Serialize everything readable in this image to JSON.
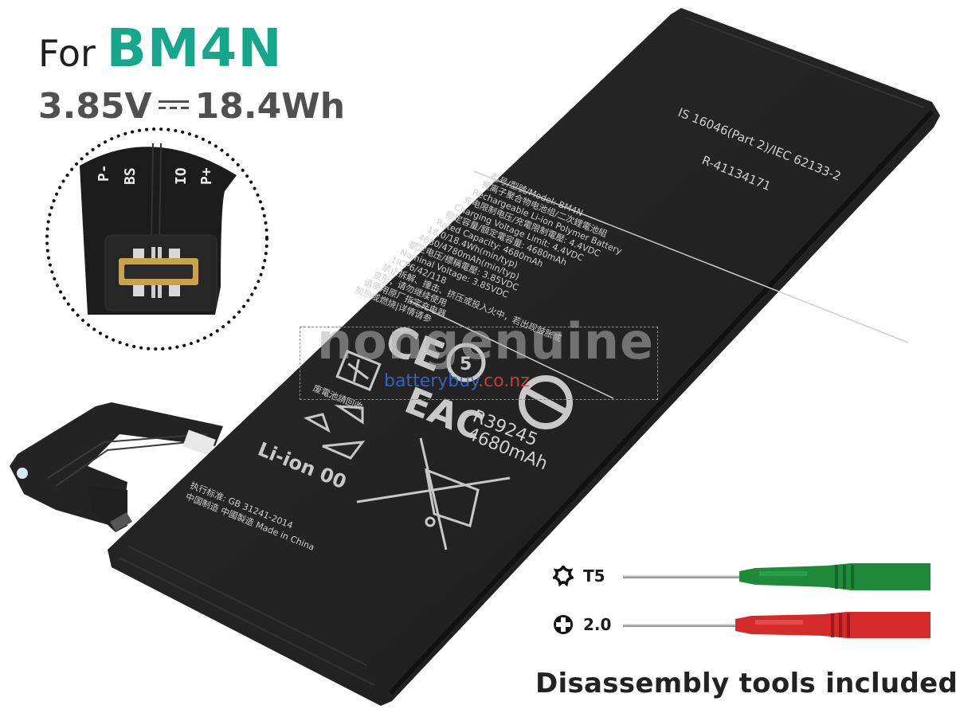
{
  "header": {
    "prefix": "For",
    "model": "BM4N",
    "voltage": "3.85V",
    "energy": "18.4Wh",
    "accent_color": "#16a68a"
  },
  "connector_detail": {
    "pin_labels": [
      "P-",
      "BS",
      "IO",
      "P+"
    ]
  },
  "battery_label": {
    "certification_line": "IS 16046(Part 2)/IEC 62133-2",
    "registration": "R-41134171",
    "lines": [
      "型号/型號/Model: BM4N",
      "锂离子聚合物电池组/二次鋰電池組",
      "Rechargeable Li-ion Polymer Battery",
      "充电限制电压/充電限制電壓: 4.4VDC",
      "Charging Voltage Limit: 4.4VDC",
      "额定容量/額定電容量: 4680mAh",
      "Rated Capacity: 4680mAh",
      "18.0/18.4Wh(min/typ)",
      "4680/4780mAh(min/typ)",
      "额定电压/標稱電壓: 3.85VDC",
      "Nominal Voltage: 3.85VDC",
      "1ICP6/42/118"
    ],
    "warning_lines": [
      "禁止拆解、撞击、挤压或投入火中，若出现鼓胀或",
      "变形，请勿继续使用",
      "请使用原厂指定充电器",
      "加热或燃烧|详情请参"
    ],
    "recycle_text": "废電池請回收",
    "eac_mark": "EAC",
    "cert_code": "R39245",
    "capacity": "4680mAh",
    "chemistry": "Li-ion 00",
    "standard_line": "执行标准: GB 31241-2014",
    "origin_line": "中国制造  中國製造  Made in China",
    "ce_mark": "CE"
  },
  "watermark": {
    "big_text": "nongenuine",
    "site_main": "batterybuy",
    "site_tld": ".co.nz"
  },
  "tools": {
    "items": [
      {
        "label": "T5",
        "icon": "torx-icon",
        "handle_color": "#1f8a3a"
      },
      {
        "label": "2.0",
        "icon": "phillips-icon",
        "handle_color": "#d42a2a"
      }
    ],
    "caption": "Disassembly tools included"
  }
}
